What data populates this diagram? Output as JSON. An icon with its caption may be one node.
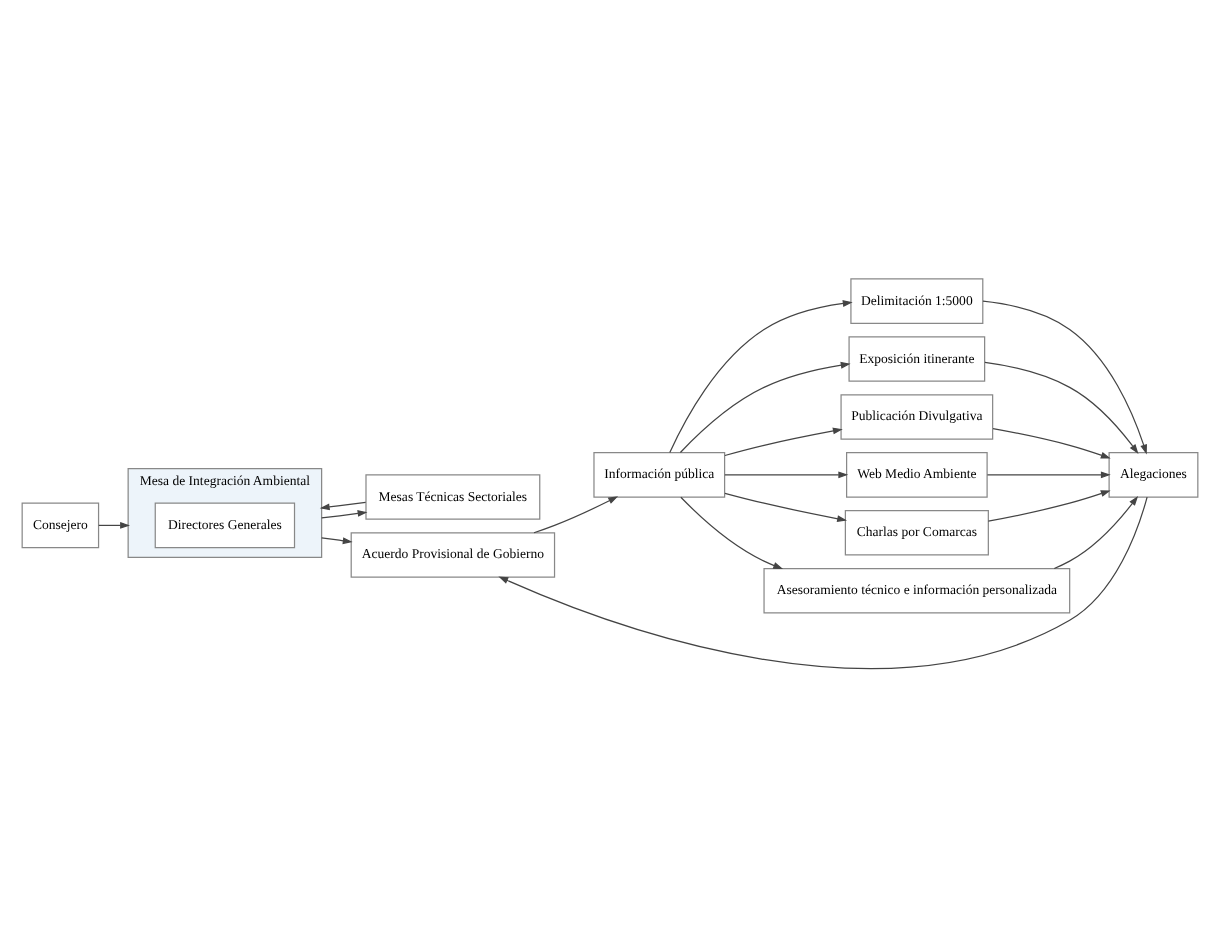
{
  "diagram": {
    "nodes": [
      {
        "text": [
          "Consejero"
        ]
      },
      {
        "text": [
          "Mesa de Integración Ambiental"
        ]
      },
      {
        "text": [
          "Directores Generales"
        ],
        "in": 1
      },
      {
        "text": [
          "Mesas Técnicas Sectoriales"
        ]
      },
      {
        "text": [
          "Acuerdo Provisional de Gobierno"
        ]
      },
      {
        "text": [
          "Información pública"
        ]
      },
      {
        "text": [
          "Delimitación 1:5000"
        ]
      },
      {
        "text": [
          "Exposición itinerante"
        ]
      },
      {
        "text": [
          "Publicación Divulgativa"
        ]
      },
      {
        "text": [
          "Web Medio Ambiente"
        ]
      },
      {
        "text": [
          "Charlas por Comarcas"
        ]
      },
      {
        "text": [
          "Asesoramiento técnico e información personalizada"
        ]
      },
      {
        "text": [
          "Alegaciones"
        ]
      }
    ],
    "edges": [
      {
        "from": 0,
        "to": 1,
        "arrow": "to"
      },
      {
        "from": 1,
        "to": 3,
        "arrow": "to"
      },
      {
        "from": 3,
        "to": 1,
        "arrow": "to"
      },
      {
        "from": 1,
        "to": 4,
        "arrow": "to"
      },
      {
        "from": 4,
        "to": 5,
        "arrow": "to"
      },
      {
        "from": 5,
        "to": 6,
        "arrow": "to"
      },
      {
        "from": 5,
        "to": 7,
        "arrow": "to"
      },
      {
        "from": 5,
        "to": 8,
        "arrow": "to"
      },
      {
        "from": 5,
        "to": 9,
        "arrow": "to"
      },
      {
        "from": 5,
        "to": 10,
        "arrow": "to"
      },
      {
        "from": 5,
        "to": 11,
        "arrow": "to"
      },
      {
        "from": 6,
        "to": 12,
        "arrow": "to"
      },
      {
        "from": 7,
        "to": 12,
        "arrow": "to"
      },
      {
        "from": 8,
        "to": 12,
        "arrow": "to"
      },
      {
        "from": 9,
        "to": 12,
        "arrow": "to"
      },
      {
        "from": 10,
        "to": 12,
        "arrow": "to"
      },
      {
        "from": 11,
        "to": 12,
        "arrow": "to"
      },
      {
        "from": 12,
        "to": 4,
        "arrow": "to"
      }
    ]
  }
}
